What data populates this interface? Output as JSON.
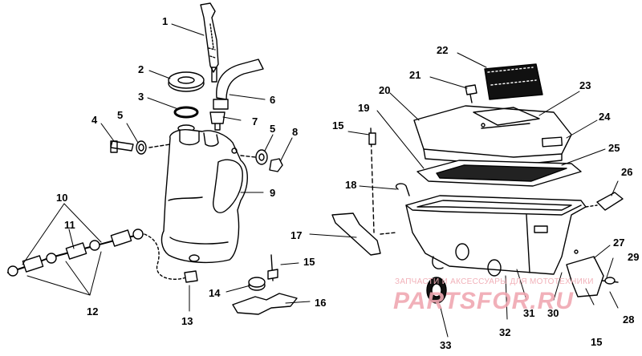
{
  "watermark": {
    "caption": "ЗАПЧАСТИ И АКСЕССУАРЫ ДЛЯ МОТОТЕХНИКИ",
    "logo": "PARTSFOR.RU",
    "color": "#f0a8b2"
  },
  "callouts": {
    "c1": "1",
    "c2": "2",
    "c3": "3",
    "c4": "4",
    "c5a": "5",
    "c5b": "5",
    "c6": "6",
    "c7": "7",
    "c8": "8",
    "c9": "9",
    "c10": "10",
    "c11": "11",
    "c12": "12",
    "c13": "13",
    "c14": "14",
    "c15a": "15",
    "c15b": "15",
    "c15c": "15",
    "c16": "16",
    "c17": "17",
    "c18": "18",
    "c19": "19",
    "c20": "20",
    "c21": "21",
    "c22": "22",
    "c23": "23",
    "c24": "24",
    "c25": "25",
    "c26": "26",
    "c27": "27",
    "c28": "28",
    "c29": "29",
    "c30": "30",
    "c31": "31",
    "c32": "32",
    "c33": "33"
  }
}
